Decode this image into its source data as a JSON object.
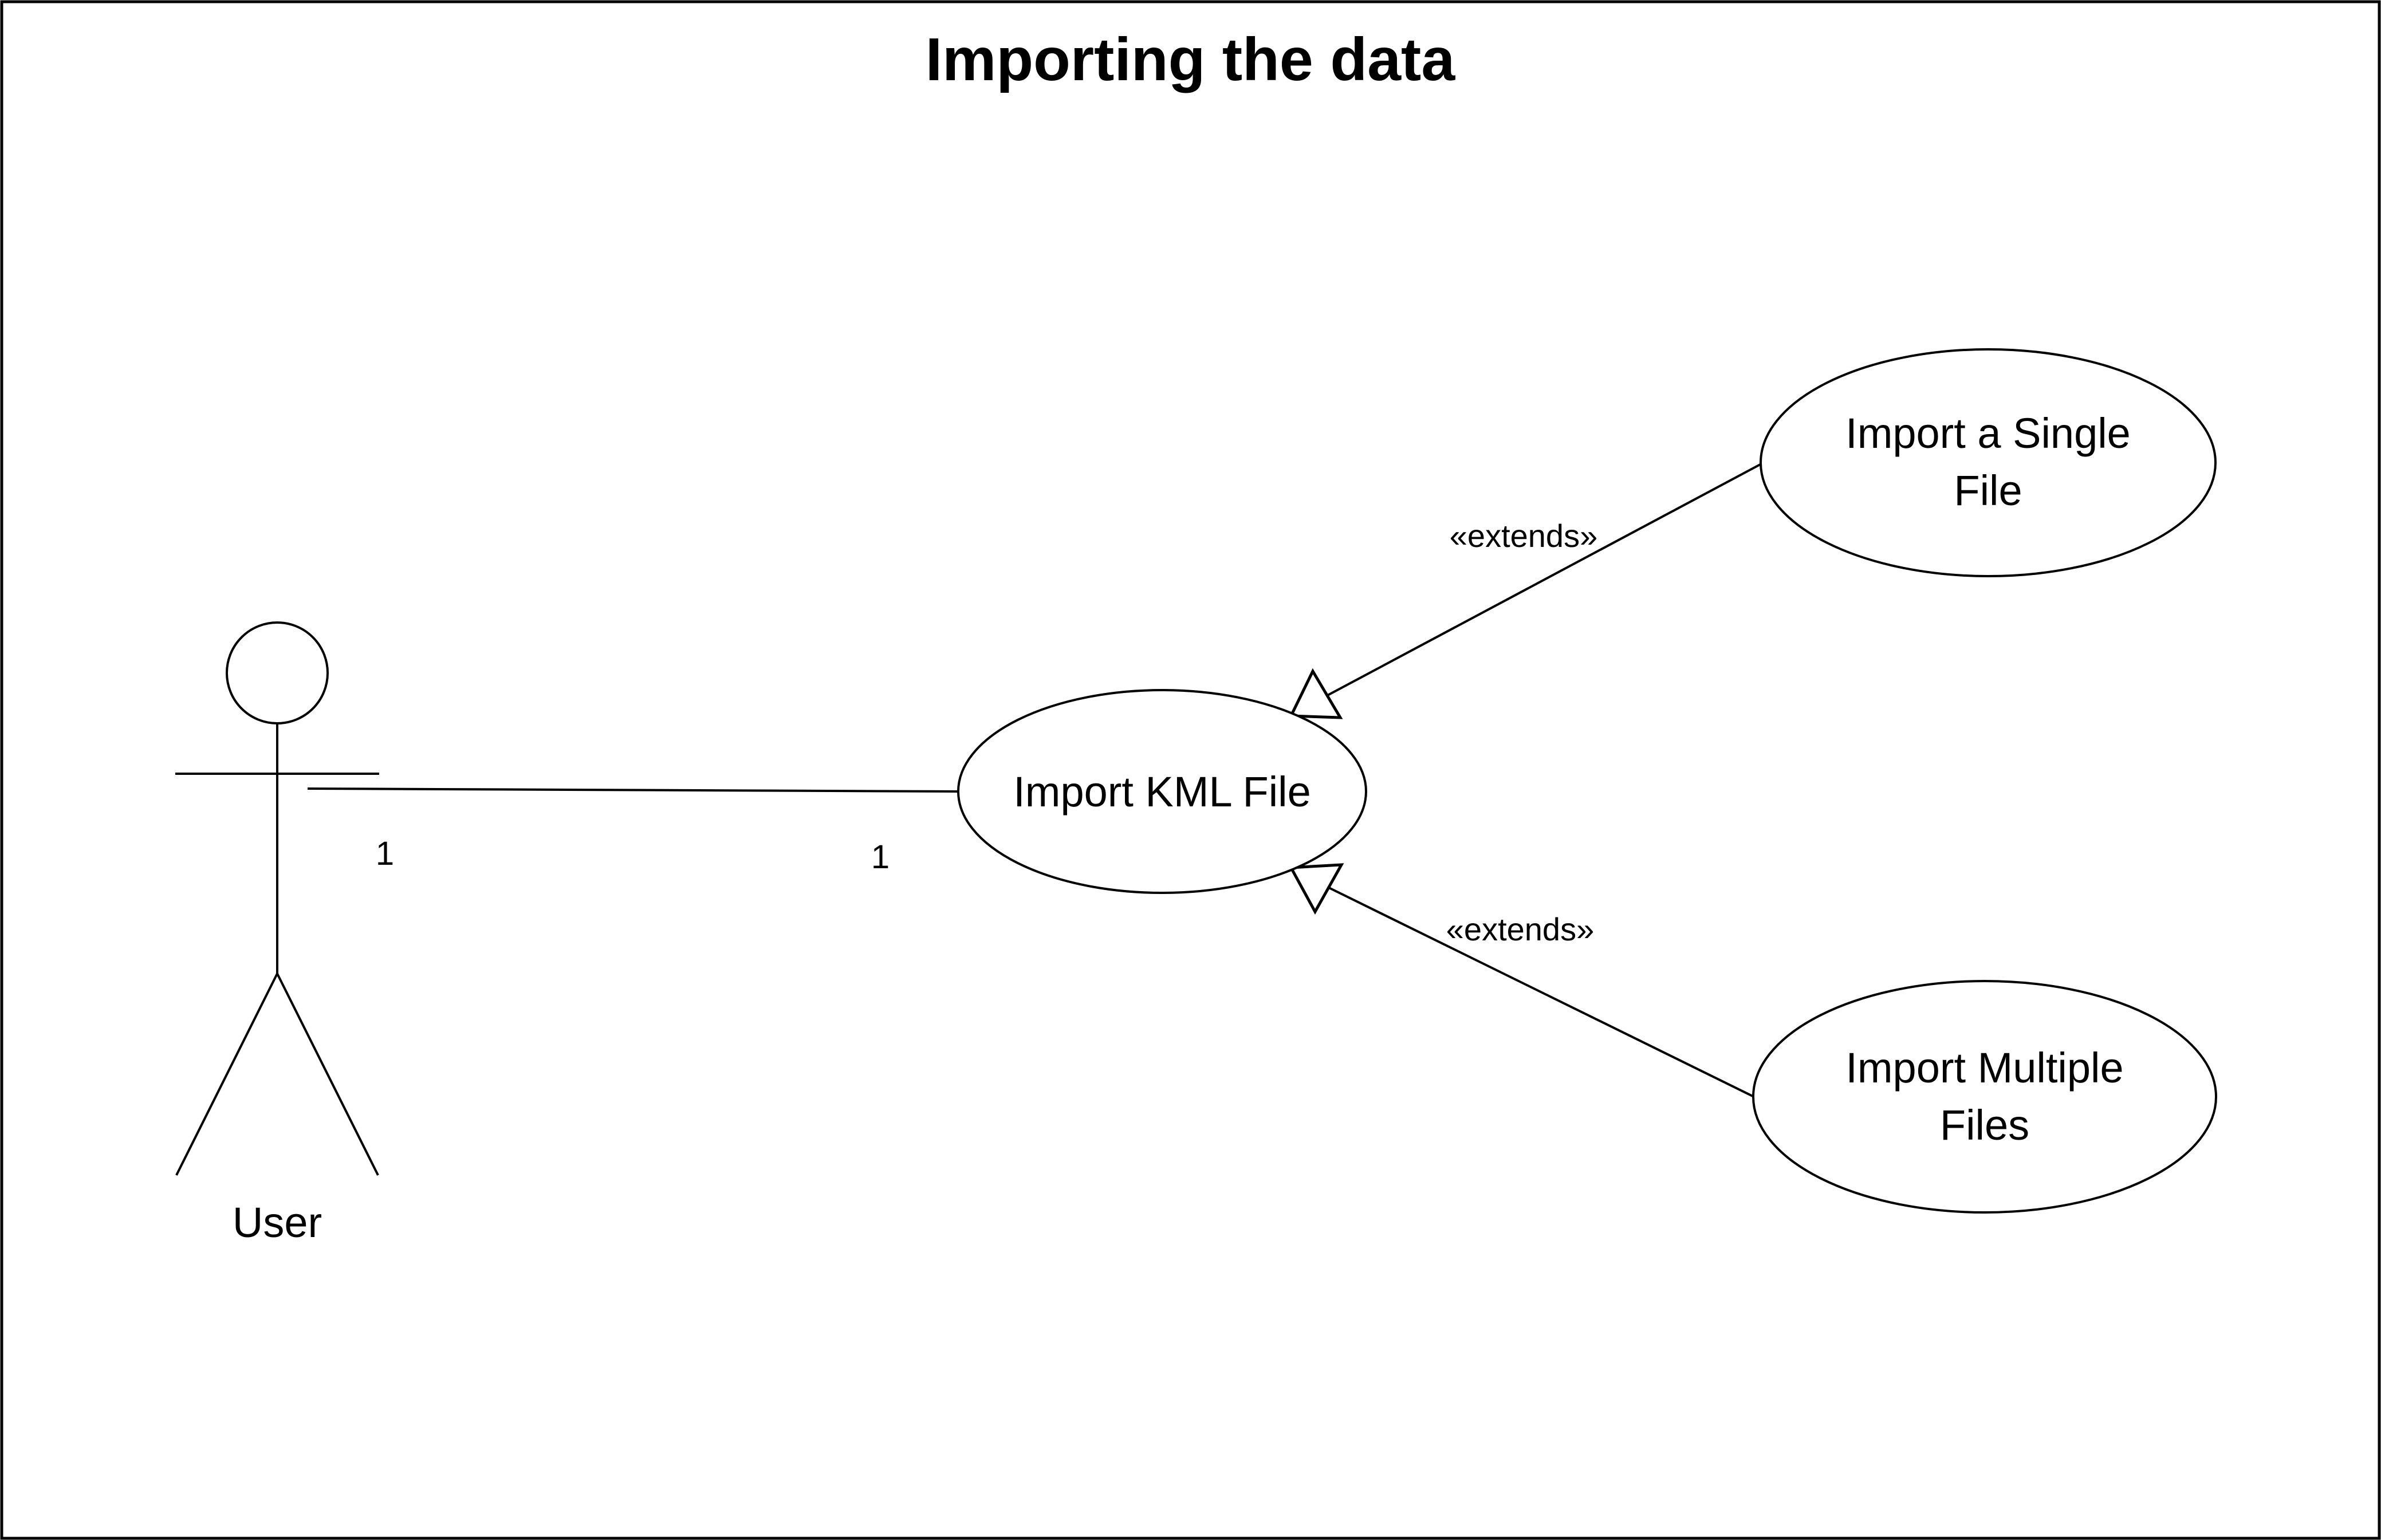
{
  "diagram": {
    "title": "Importing the data",
    "actor": {
      "name": "User"
    },
    "association": {
      "actor_multiplicity": "1",
      "usecase_multiplicity": "1"
    },
    "usecases": {
      "main": {
        "line1": "Import KML File"
      },
      "single": {
        "line1": "Import a Single",
        "line2": "File"
      },
      "multiple": {
        "line1": "Import Multiple",
        "line2": "Files"
      }
    },
    "relations": {
      "extends_single": "«extends»",
      "extends_multiple": "«extends»"
    }
  }
}
